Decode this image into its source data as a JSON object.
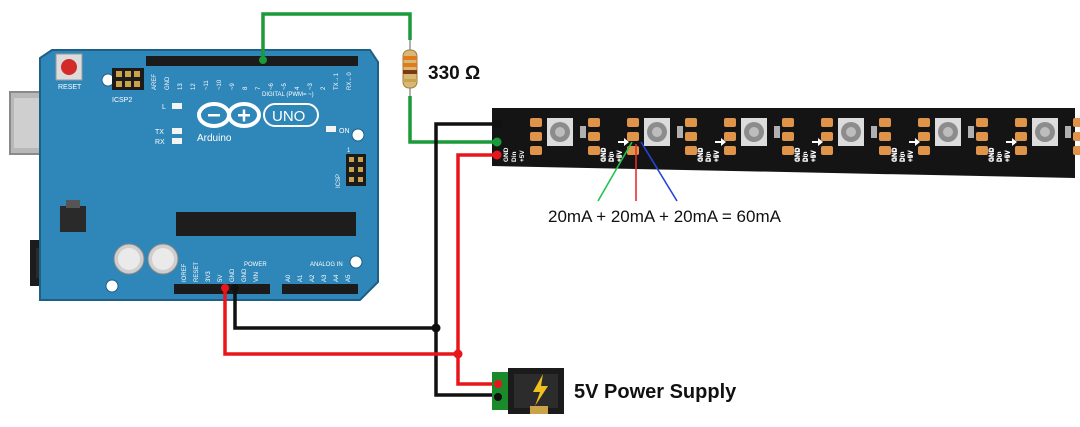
{
  "arduino": {
    "reset_label": "RESET",
    "icsp2_label": "ICSP2",
    "digital_header_label": "DIGITAL (PWM= ~)",
    "top_pins": [
      "AREF",
      "GND",
      "13",
      "12",
      "~11",
      "~10",
      "~9",
      "8",
      "7",
      "~6",
      "~5",
      "4",
      "~3",
      "2",
      "TX→1",
      "RX←0"
    ],
    "led_l": "L",
    "led_tx": "TX",
    "led_rx": "RX",
    "on_label": "ON",
    "brand": "Arduino",
    "model": "UNO",
    "icsp_label": "ICSP",
    "icsp_pin1": "1",
    "power_header_label": "POWER",
    "power_pins": [
      "IOREF",
      "RESET",
      "3V3",
      "5V",
      "GND",
      "GND",
      "VIN"
    ],
    "analog_header_label": "ANALOG IN",
    "analog_pins": [
      "A0",
      "A1",
      "A2",
      "A3",
      "A4",
      "A5"
    ]
  },
  "resistor_label": "330 Ω",
  "current_formula": "20mA + 20mA + 20mA = 60mA",
  "power_supply_label": "5V Power Supply",
  "strip": {
    "left_labels": [
      "GND",
      "Din",
      "+5V"
    ],
    "right_labels": [
      "GND",
      "D0",
      "+5V"
    ],
    "pixel_count": 6
  },
  "colors": {
    "board": "#2f86b8",
    "board_dark": "#1f5f85",
    "strip": "#141414",
    "pad": "#e0944a",
    "wire_green": "#1a9a3a",
    "wire_black": "#111111",
    "wire_red": "#e8161b",
    "ray_green": "#22c24a",
    "ray_red": "#e23030",
    "ray_blue": "#2545d8"
  }
}
